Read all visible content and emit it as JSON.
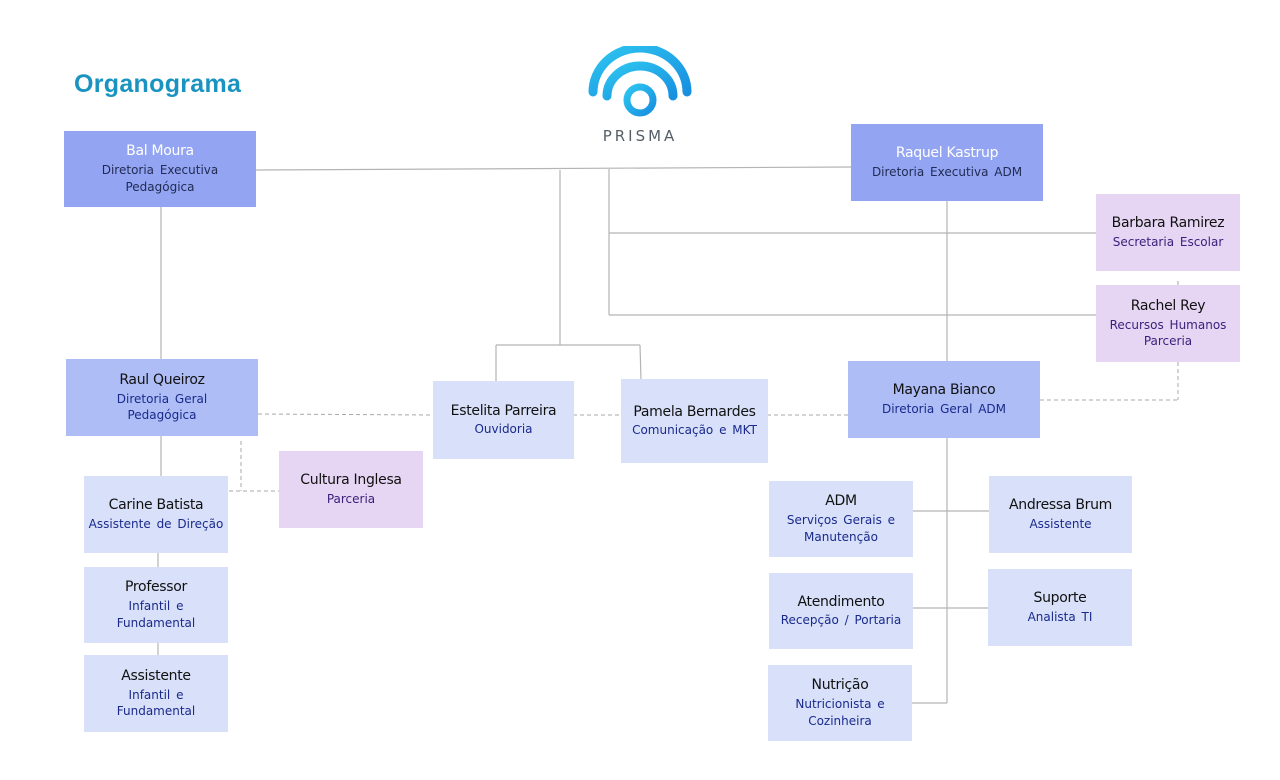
{
  "header": {
    "title": "Organograma",
    "logo_text": "PRISMA"
  },
  "nodes": {
    "bal": {
      "name": "Bal Moura",
      "role": "Diretoria Executiva Pedagógica"
    },
    "raquel": {
      "name": "Raquel Kastrup",
      "role": "Diretoria Executiva ADM"
    },
    "barbara": {
      "name": "Barbara Ramirez",
      "role": "Secretaria Escolar"
    },
    "rachel": {
      "name": "Rachel Rey",
      "role": "Recursos Humanos",
      "role2": "Parceria"
    },
    "raul": {
      "name": "Raul Queiroz",
      "role": "Diretoria Geral Pedagógica"
    },
    "estelita": {
      "name": "Estelita Parreira",
      "role": "Ouvidoria"
    },
    "pamela": {
      "name": "Pamela Bernardes",
      "role": "Comunicação e MKT"
    },
    "mayana": {
      "name": "Mayana Bianco",
      "role": "Diretoria Geral ADM"
    },
    "cultura": {
      "name": "Cultura Inglesa",
      "role": "Parceria"
    },
    "carine": {
      "name": "Carine Batista",
      "role": "Assistente de Direção"
    },
    "professor": {
      "name": "Professor",
      "role": "Infantil e Fundamental"
    },
    "assistente": {
      "name": "Assistente",
      "role": "Infantil e Fundamental"
    },
    "adm": {
      "name": "ADM",
      "role": "Serviços Gerais e Manutenção"
    },
    "andressa": {
      "name": "Andressa Brum",
      "role": "Assistente"
    },
    "atendimento": {
      "name": "Atendimento",
      "role": "Recepção / Portaria"
    },
    "suporte": {
      "name": "Suporte",
      "role": "Analista TI"
    },
    "nutricao": {
      "name": "Nutrição",
      "role": "Nutricionista e Cozinheira"
    }
  },
  "colors": {
    "title": "#1a93c0",
    "logo_gradient_start": "#2ec5f0",
    "logo_gradient_end": "#1890e0",
    "exec_box": "#93a5f2",
    "mid_box": "#aebdf6",
    "light_box": "#d8e0fa",
    "partner_box": "#e6d6f4",
    "connector": "#b4b4b4"
  }
}
